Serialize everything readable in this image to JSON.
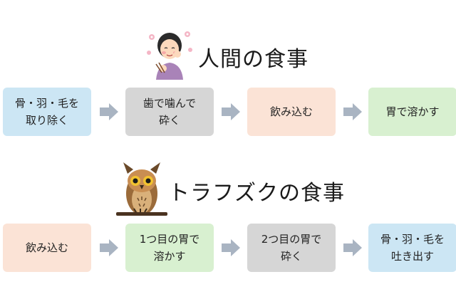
{
  "colors": {
    "blue": "#cce6f4",
    "gray": "#d6d6d6",
    "peach": "#fbe3d6",
    "green": "#d8f0d0",
    "arrow": "#a9b4c2"
  },
  "human": {
    "title": "人間の食事",
    "illustration": "woman-eating-icon",
    "steps": [
      "骨・羽・毛を\n取り除く",
      "歯で噛んで\n砕く",
      "飲み込む",
      "胃で溶かす"
    ]
  },
  "owl": {
    "title": "トラフズクの食事",
    "illustration": "owl-icon",
    "steps": [
      "飲み込む",
      "1つ目の胃で\n溶かす",
      "2つ目の胃で\n砕く",
      "骨・羽・毛を\n吐き出す"
    ]
  }
}
